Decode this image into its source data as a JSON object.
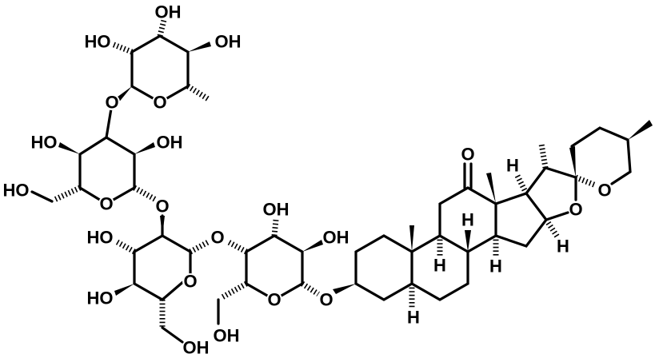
{
  "molecule": {
    "labels": {
      "top_oh": "OH",
      "top_ho_left": "HO",
      "top_oh_right": "OH",
      "top_ring_o": "O",
      "link_o1": "O",
      "s2_ho_left": "HO",
      "s2_oh_right": "OH",
      "s2_ch2_ho": "HO",
      "s2_ring_o": "O",
      "link_o2": "O",
      "s3_ho_upper": "HO",
      "s3_ho_lower": "HO",
      "s3_ring_o": "O",
      "s3_ch2_oh": "OH",
      "link_o3": "O",
      "s4_oh_top": "OH",
      "s4_oh_right": "OH",
      "s4_ring_o": "O",
      "s4_ch2_oh": "OH",
      "link_o4": "O",
      "ketone_o": "O",
      "h_c9": "H",
      "h_c8": "H",
      "h_c14": "H",
      "h_c5": "H",
      "h_c17": "H",
      "h_c16": "H",
      "ring_e_o": "O",
      "ring_f_o": "O"
    }
  }
}
